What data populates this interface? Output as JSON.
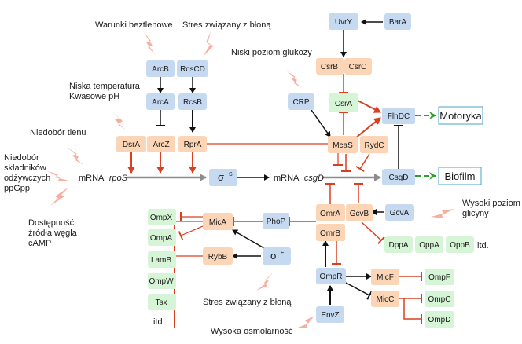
{
  "stimuli": {
    "anaerobic": "Warunki beztlenowe",
    "membrane_stress_top": "Stres związany z błoną",
    "low_glucose": "Niski poziom glukozy",
    "low_temp": "Niska temperatura",
    "acidic_ph": "Kwasowe pH",
    "oxygen_deficit": "Niedobór tlenu",
    "nutrient_deficit_1": "Niedobór",
    "nutrient_deficit_2": "składników",
    "nutrient_deficit_3": "odżywczych",
    "nutrient_deficit_4": "ppGpp",
    "carbon_avail_1": "Dostępność",
    "carbon_avail_2": "źródła węgla",
    "carbon_avail_3": "cAMP",
    "high_glycine_1": "Wysoki poziom",
    "high_glycine_2": "glicyny",
    "membrane_stress_bottom": "Stres związany z błoną",
    "high_osmolarity": "Wysoka osmolarność"
  },
  "nodes": {
    "UvrY": "UvrY",
    "BarA": "BarA",
    "ArcB": "ArcB",
    "RcsCD": "RcsCD",
    "ArcA": "ArcA",
    "RcsB": "RcsB",
    "CsrB": "CsrB",
    "CsrC": "CsrC",
    "CsrA": "CsrA",
    "CRP": "CRP",
    "FlhDC": "FlhDC",
    "McaS": "McaS",
    "RydC": "RydC",
    "CsgD": "CsgD",
    "DsrA": "DsrA",
    "ArcZ": "ArcZ",
    "RprA": "RprA",
    "sigmaS": "σ",
    "sigmaS_sup": "S",
    "OmrA": "OmrA",
    "OmrB": "OmrB",
    "GcvB": "GcvB",
    "GcvA": "GcvA",
    "MicA": "MicA",
    "PhoP": "PhoP",
    "RybB": "RybB",
    "sigmaE": "σ",
    "sigmaE_sup": "E",
    "OmpX": "OmpX",
    "OmpA": "OmpA",
    "LamB": "LamB",
    "OmpW": "OmpW",
    "Tsx": "Tsx",
    "DppA": "DppA",
    "OppA": "OppA",
    "OppB": "OppB",
    "OmpR": "OmpR",
    "EnvZ": "EnvZ",
    "MicF": "MicF",
    "MicC": "MicC",
    "OmpF": "OmpF",
    "OmpC": "OmpC",
    "OmpD": "OmpD"
  },
  "labels": {
    "mrna_rpos_prefix": "mRNA",
    "mrna_rpos_gene": "rpoS",
    "mrna_csgd_prefix": "mRNA",
    "mrna_csgd_gene": "csgD",
    "etc_left": "itd.",
    "etc_right": "itd."
  },
  "outputs": {
    "motility": "Motoryka",
    "biofilm": "Biofilm"
  },
  "colors": {
    "blue_box": "#c5d9f1",
    "orange_box": "#fbd5b5",
    "green_box": "#d6f5d6",
    "red_arrow": "#d94020",
    "green_arrow": "#2e9e2e",
    "gray_arrow": "#8c8c8c",
    "stimulus": "#f4a090"
  }
}
